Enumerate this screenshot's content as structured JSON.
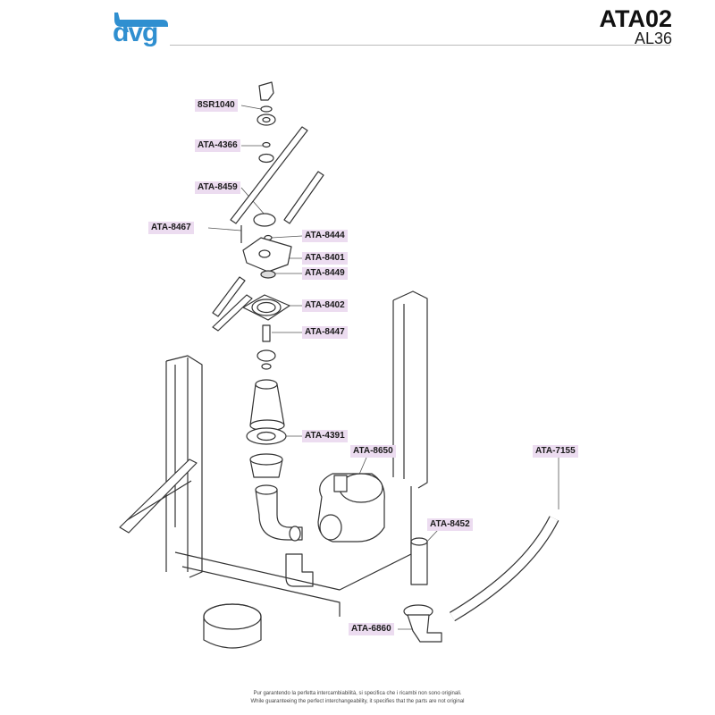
{
  "header": {
    "brand": "dvg",
    "code": "ATA02",
    "subcode": "AL36"
  },
  "parts": [
    {
      "code": "8SR1040"
    },
    {
      "code": "ATA-4366"
    },
    {
      "code": "ATA-8459"
    },
    {
      "code": "ATA-8467"
    },
    {
      "code": "ATA-8444"
    },
    {
      "code": "ATA-8401"
    },
    {
      "code": "ATA-8449"
    },
    {
      "code": "ATA-8402"
    },
    {
      "code": "ATA-8447"
    },
    {
      "code": "ATA-4391"
    },
    {
      "code": "ATA-8650"
    },
    {
      "code": "ATA-7155"
    },
    {
      "code": "ATA-8452"
    },
    {
      "code": "ATA-6860"
    }
  ],
  "footer": {
    "line_it": "Pur garantendo la perfetta intercambiabilità, si specifica che i ricambi non sono originali.",
    "line_en": "While guaranteeing the perfect interchangeability, it specifies that the parts are not original"
  },
  "colors": {
    "brand": "#2f8fd0",
    "label_bg": "#ecdcf0"
  }
}
